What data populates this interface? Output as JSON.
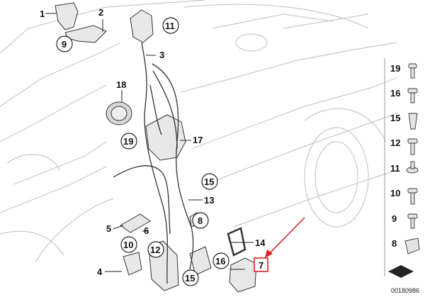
{
  "callouts": {
    "c1": "1",
    "c2": "2",
    "c3": "3",
    "c4": "4",
    "c5": "5",
    "c6": "6",
    "c7": "7",
    "c8": "8",
    "c9": "9",
    "c10": "10",
    "c11": "11",
    "c12": "12",
    "c13": "13",
    "c14": "14",
    "c15": "15",
    "c16": "16",
    "c17": "17",
    "c18": "18",
    "c19": "19"
  },
  "sidebar": {
    "items": [
      {
        "num": "19",
        "icon": "screw-icon"
      },
      {
        "num": "16",
        "icon": "screw-icon"
      },
      {
        "num": "15",
        "icon": "clip-nut-icon"
      },
      {
        "num": "12",
        "icon": "screw-icon"
      },
      {
        "num": "11",
        "icon": "screw-icon"
      },
      {
        "num": "10",
        "icon": "screw-icon"
      },
      {
        "num": "9",
        "icon": "screw-icon"
      },
      {
        "num": "8",
        "icon": "clip-icon"
      }
    ]
  },
  "diagram_id": "00180986",
  "colors": {
    "highlight": "#e02020",
    "line": "#333333",
    "ghost": "#c8c8c8"
  }
}
